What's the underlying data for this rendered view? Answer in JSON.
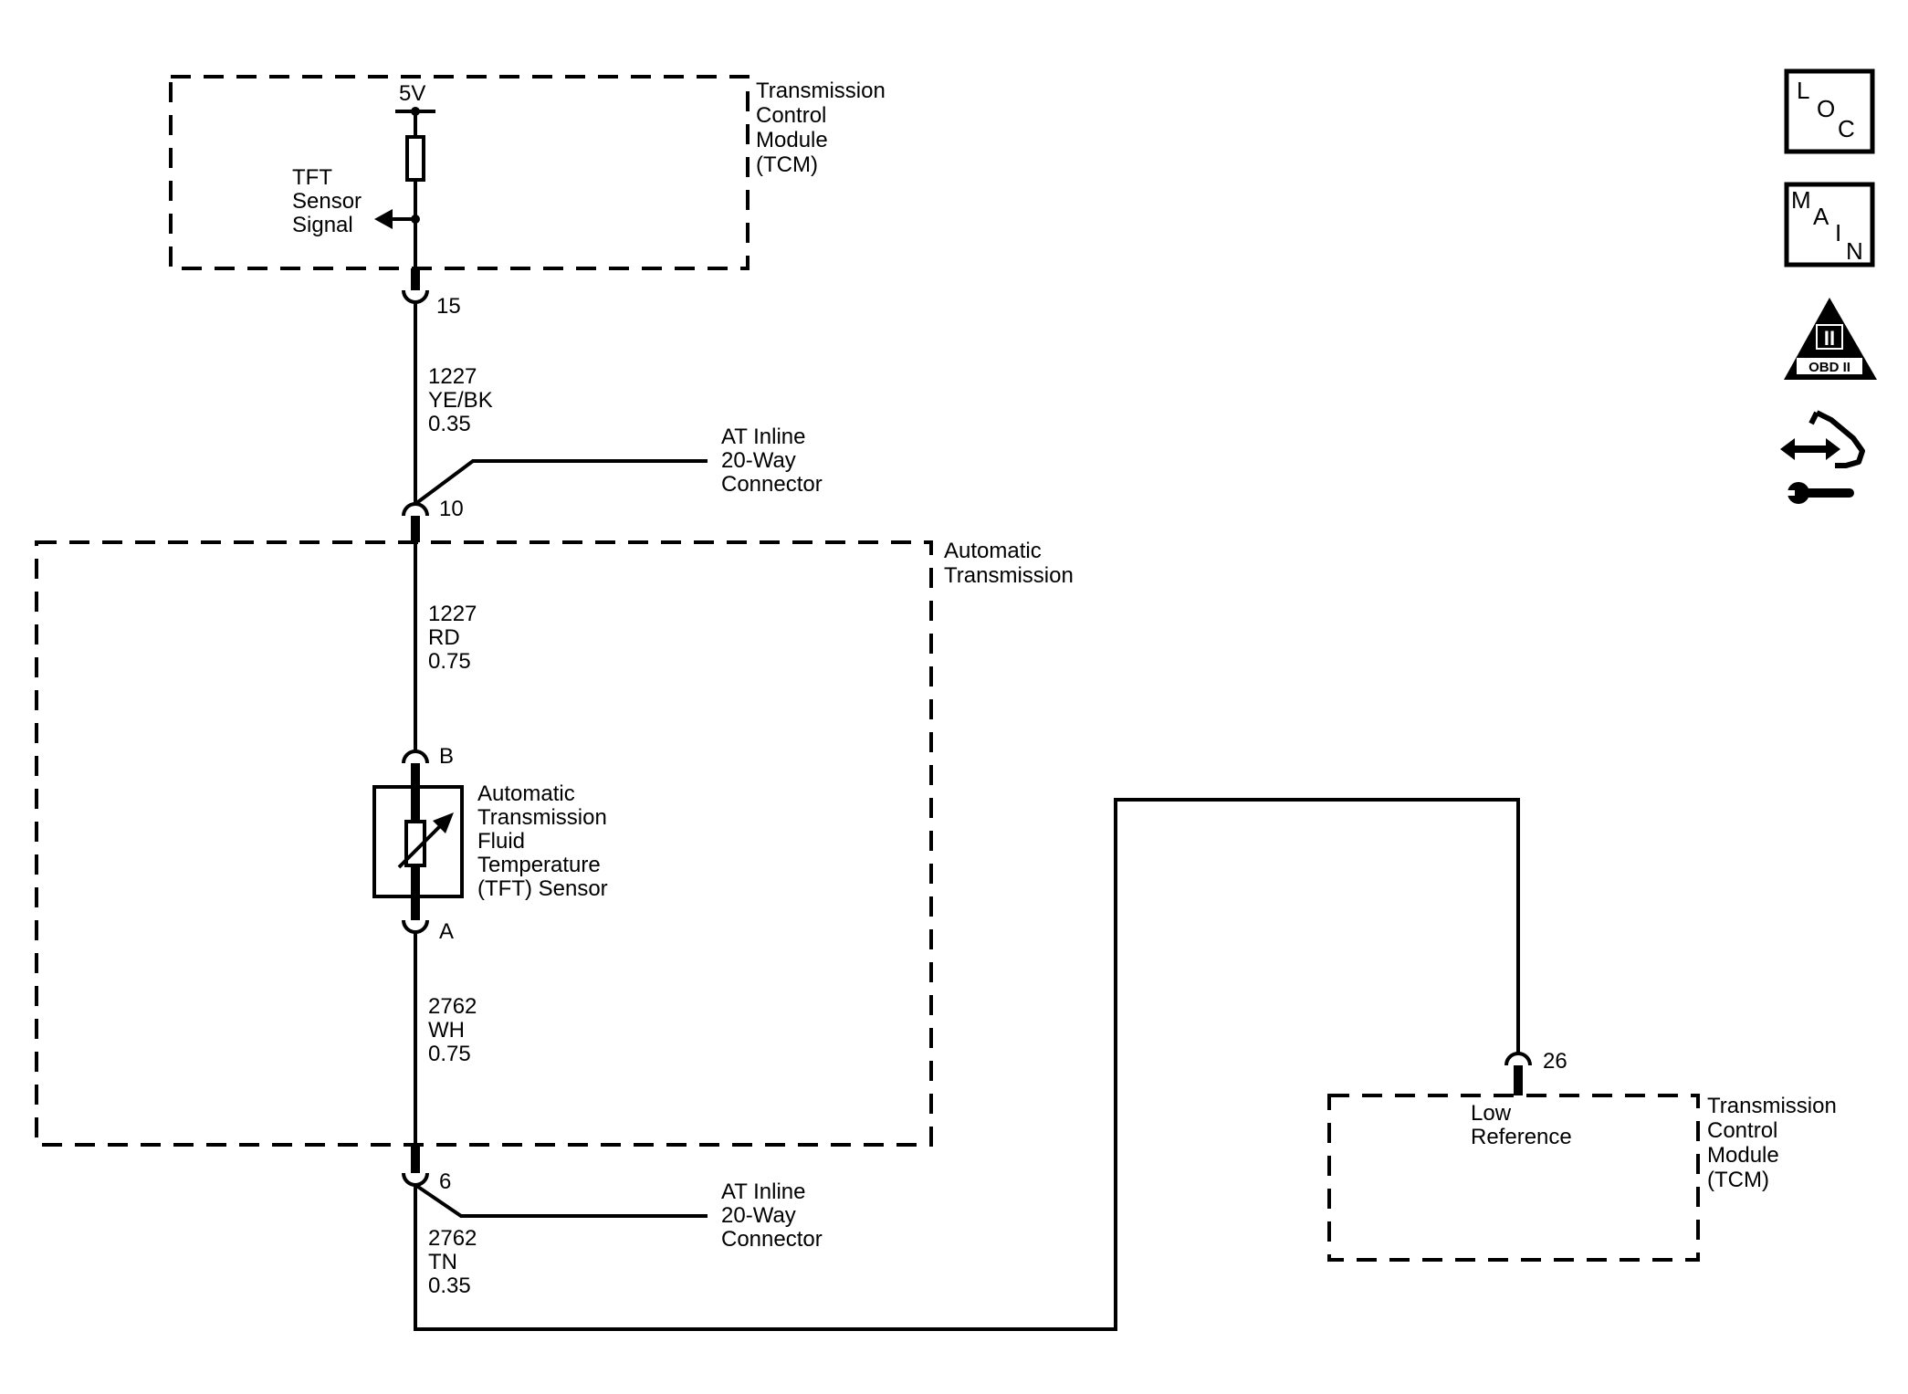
{
  "tcm_top": {
    "name": [
      "Transmission",
      "Control",
      "Module",
      "(TCM)"
    ],
    "voltage": "5V",
    "signal": [
      "TFT",
      "Sensor",
      "Signal"
    ]
  },
  "pins": {
    "p15": "15",
    "p10": "10",
    "pB": "B",
    "pA": "A",
    "p6": "6",
    "p26": "26"
  },
  "wires": {
    "w1": [
      "1227",
      "YE/BK",
      "0.35"
    ],
    "w2": [
      "1227",
      "RD",
      "0.75"
    ],
    "w3": [
      "2762",
      "WH",
      "0.75"
    ],
    "w4": [
      "2762",
      "TN",
      "0.35"
    ]
  },
  "inline_connector_top": [
    "AT Inline",
    "20-Way",
    "Connector"
  ],
  "inline_connector_bottom": [
    "AT Inline",
    "20-Way",
    "Connector"
  ],
  "auto_transmission": [
    "Automatic",
    "Transmission"
  ],
  "sensor": [
    "Automatic",
    "Transmission",
    "Fluid",
    "Temperature",
    "(TFT) Sensor"
  ],
  "tcm_bottom": {
    "name": [
      "Transmission",
      "Control",
      "Module",
      "(TCM)"
    ],
    "signal": [
      "Low",
      "Reference"
    ]
  },
  "nav_icons": {
    "loc": [
      "L",
      "O",
      "C"
    ],
    "main": [
      "M",
      "A",
      "I",
      "N"
    ],
    "obd": {
      "roman": "II",
      "label": "OBD II"
    },
    "service_icon": "connector-hand-wrench-icon"
  }
}
